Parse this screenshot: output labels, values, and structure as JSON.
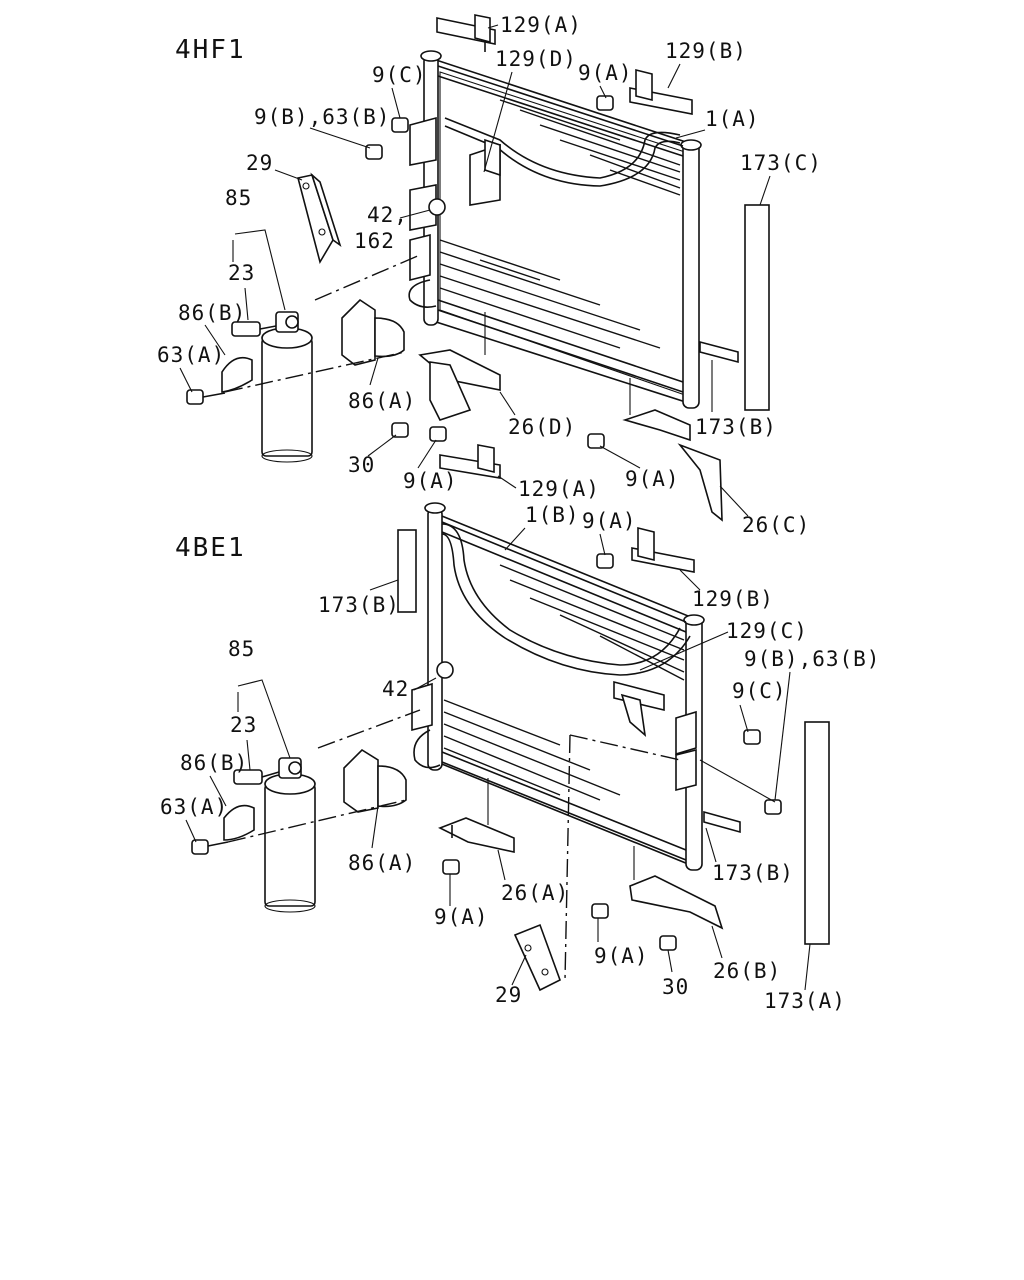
{
  "sections": {
    "top": "4HF1",
    "bottom": "4BE1"
  },
  "callouts_top": {
    "c129A_top": "129(A)",
    "c129D": "129(D)",
    "c129B": "129(B)",
    "c9C": "9(C)",
    "c9A_top": "9(A)",
    "c9B63B": "9(B),63(B)",
    "c1A": "1(A)",
    "c29": "29",
    "c173C": "173(C)",
    "c85": "85",
    "c42": "42,",
    "c162": "162",
    "c23": "23",
    "c86B": "86(B)",
    "c63A": "63(A)",
    "c86A": "86(A)",
    "c26D": "26(D)",
    "c173B": "173(B)",
    "c30": "30",
    "c9A_mid": "9(A)",
    "c9A_right": "9(A)",
    "c129A_bottom": "129(A)",
    "c26C": "26(C)"
  },
  "callouts_bottom": {
    "c1B": "1(B)",
    "c9A_top": "9(A)",
    "c173B_left": "173(B)",
    "c129B": "129(B)",
    "c129C": "129(C)",
    "c9B63B": "9(B),63(B)",
    "c85": "85",
    "c42": "42",
    "c9C": "9(C)",
    "c23": "23",
    "c86B": "86(B)",
    "c63A": "63(A)",
    "c86A": "86(A)",
    "c173B_right": "173(B)",
    "c26A": "26(A)",
    "c9A_left": "9(A)",
    "c9A_right": "9(A)",
    "c26B": "26(B)",
    "c30": "30",
    "c29": "29",
    "c173A": "173(A)"
  }
}
